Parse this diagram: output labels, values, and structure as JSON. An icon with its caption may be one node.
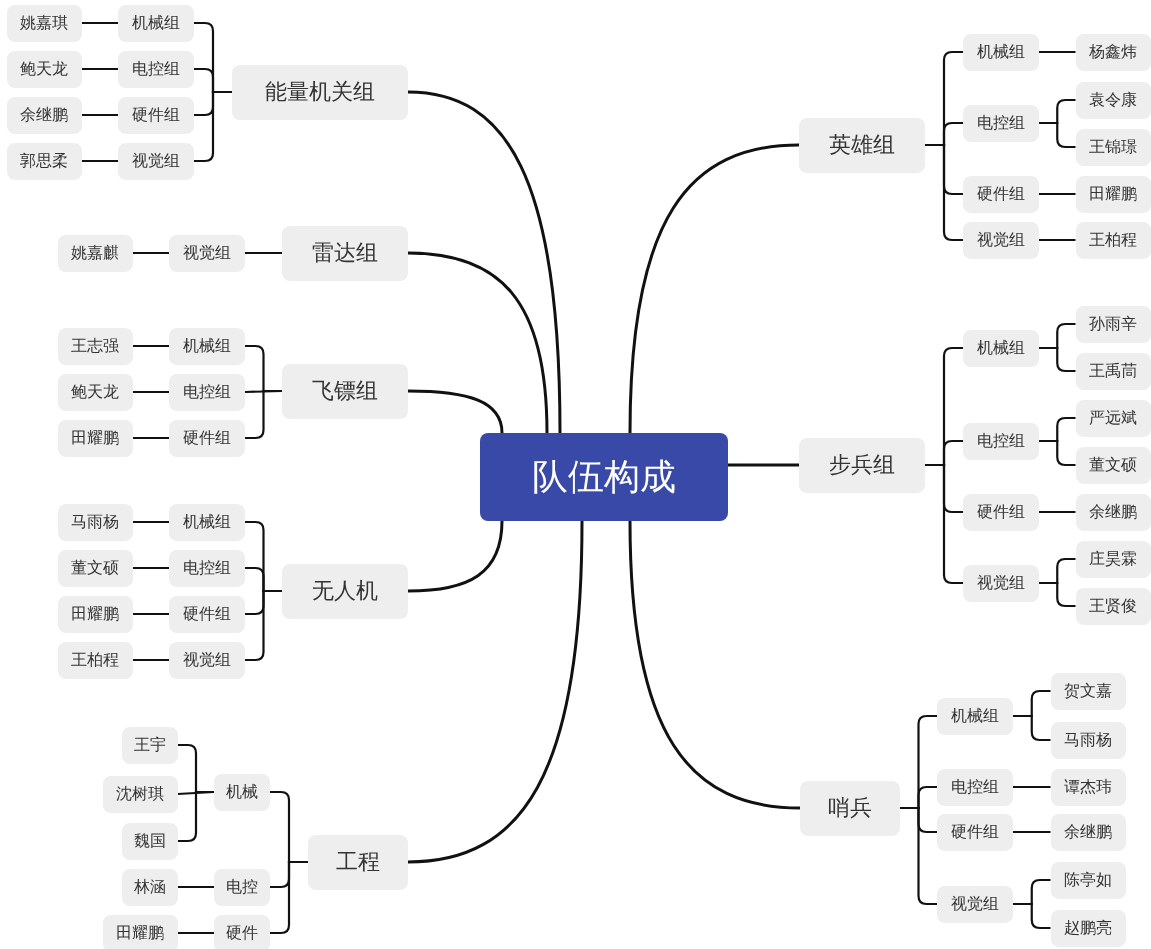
{
  "diagram": {
    "nodes": [
      {
        "text": [
          "队伍构成"
        ]
      },
      {
        "text": [
          "能量机关组"
        ]
      },
      {
        "text": [
          "机械组"
        ]
      },
      {
        "text": [
          "姚嘉琪"
        ]
      },
      {
        "text": [
          "电控组"
        ]
      },
      {
        "text": [
          "鲍天龙"
        ]
      },
      {
        "text": [
          "硬件组"
        ]
      },
      {
        "text": [
          "余继鹏"
        ]
      },
      {
        "text": [
          "视觉组"
        ]
      },
      {
        "text": [
          "郭思柔"
        ]
      },
      {
        "text": [
          "雷达组"
        ]
      },
      {
        "text": [
          "视觉组"
        ]
      },
      {
        "text": [
          "姚嘉麒"
        ]
      },
      {
        "text": [
          "飞镖组"
        ]
      },
      {
        "text": [
          "机械组"
        ]
      },
      {
        "text": [
          "王志强"
        ]
      },
      {
        "text": [
          "电控组"
        ]
      },
      {
        "text": [
          "鲍天龙"
        ]
      },
      {
        "text": [
          "硬件组"
        ]
      },
      {
        "text": [
          "田耀鹏"
        ]
      },
      {
        "text": [
          "无人机"
        ]
      },
      {
        "text": [
          "机械组"
        ]
      },
      {
        "text": [
          "马雨杨"
        ]
      },
      {
        "text": [
          "电控组"
        ]
      },
      {
        "text": [
          "董文硕"
        ]
      },
      {
        "text": [
          "硬件组"
        ]
      },
      {
        "text": [
          "田耀鹏"
        ]
      },
      {
        "text": [
          "视觉组"
        ]
      },
      {
        "text": [
          "王柏程"
        ]
      },
      {
        "text": [
          "工程"
        ]
      },
      {
        "text": [
          "机械"
        ]
      },
      {
        "text": [
          "王宇"
        ]
      },
      {
        "text": [
          "沈树琪"
        ]
      },
      {
        "text": [
          "魏国"
        ]
      },
      {
        "text": [
          "电控"
        ]
      },
      {
        "text": [
          "林涵"
        ]
      },
      {
        "text": [
          "硬件"
        ]
      },
      {
        "text": [
          "田耀鹏"
        ]
      },
      {
        "text": [
          "英雄组"
        ]
      },
      {
        "text": [
          "机械组"
        ]
      },
      {
        "text": [
          "杨鑫炜"
        ]
      },
      {
        "text": [
          "电控组"
        ]
      },
      {
        "text": [
          "袁令康"
        ]
      },
      {
        "text": [
          "王锦璟"
        ]
      },
      {
        "text": [
          "硬件组"
        ]
      },
      {
        "text": [
          "田耀鹏"
        ]
      },
      {
        "text": [
          "视觉组"
        ]
      },
      {
        "text": [
          "王柏程"
        ]
      },
      {
        "text": [
          "步兵组"
        ]
      },
      {
        "text": [
          "机械组"
        ]
      },
      {
        "text": [
          "孙雨辛"
        ]
      },
      {
        "text": [
          "王禹茼"
        ]
      },
      {
        "text": [
          "电控组"
        ]
      },
      {
        "text": [
          "严远斌"
        ]
      },
      {
        "text": [
          "董文硕"
        ]
      },
      {
        "text": [
          "硬件组"
        ]
      },
      {
        "text": [
          "余继鹏"
        ]
      },
      {
        "text": [
          "视觉组"
        ]
      },
      {
        "text": [
          "庄昊霖"
        ]
      },
      {
        "text": [
          "王贤俊"
        ]
      },
      {
        "text": [
          "哨兵"
        ]
      },
      {
        "text": [
          "机械组"
        ]
      },
      {
        "text": [
          "贺文嘉"
        ]
      },
      {
        "text": [
          "马雨杨"
        ]
      },
      {
        "text": [
          "电控组"
        ]
      },
      {
        "text": [
          "谭杰玮"
        ]
      },
      {
        "text": [
          "硬件组"
        ]
      },
      {
        "text": [
          "余继鹏"
        ]
      },
      {
        "text": [
          "视觉组"
        ]
      },
      {
        "text": [
          "陈亭如"
        ]
      },
      {
        "text": [
          "赵鹏亮"
        ]
      }
    ],
    "edges": [
      {
        "from": 0,
        "to": 1,
        "arrow": "none"
      },
      {
        "from": 1,
        "to": 2,
        "arrow": "none"
      },
      {
        "from": 2,
        "to": 3,
        "arrow": "none"
      },
      {
        "from": 1,
        "to": 4,
        "arrow": "none"
      },
      {
        "from": 4,
        "to": 5,
        "arrow": "none"
      },
      {
        "from": 1,
        "to": 6,
        "arrow": "none"
      },
      {
        "from": 6,
        "to": 7,
        "arrow": "none"
      },
      {
        "from": 1,
        "to": 8,
        "arrow": "none"
      },
      {
        "from": 8,
        "to": 9,
        "arrow": "none"
      },
      {
        "from": 0,
        "to": 10,
        "arrow": "none"
      },
      {
        "from": 10,
        "to": 11,
        "arrow": "none"
      },
      {
        "from": 11,
        "to": 12,
        "arrow": "none"
      },
      {
        "from": 0,
        "to": 13,
        "arrow": "none"
      },
      {
        "from": 13,
        "to": 14,
        "arrow": "none"
      },
      {
        "from": 14,
        "to": 15,
        "arrow": "none"
      },
      {
        "from": 13,
        "to": 16,
        "arrow": "none"
      },
      {
        "from": 16,
        "to": 17,
        "arrow": "none"
      },
      {
        "from": 13,
        "to": 18,
        "arrow": "none"
      },
      {
        "from": 18,
        "to": 19,
        "arrow": "none"
      },
      {
        "from": 0,
        "to": 20,
        "arrow": "none"
      },
      {
        "from": 20,
        "to": 21,
        "arrow": "none"
      },
      {
        "from": 21,
        "to": 22,
        "arrow": "none"
      },
      {
        "from": 20,
        "to": 23,
        "arrow": "none"
      },
      {
        "from": 23,
        "to": 24,
        "arrow": "none"
      },
      {
        "from": 20,
        "to": 25,
        "arrow": "none"
      },
      {
        "from": 25,
        "to": 26,
        "arrow": "none"
      },
      {
        "from": 20,
        "to": 27,
        "arrow": "none"
      },
      {
        "from": 27,
        "to": 28,
        "arrow": "none"
      },
      {
        "from": 0,
        "to": 29,
        "arrow": "none"
      },
      {
        "from": 29,
        "to": 30,
        "arrow": "none"
      },
      {
        "from": 30,
        "to": 31,
        "arrow": "none"
      },
      {
        "from": 30,
        "to": 32,
        "arrow": "none"
      },
      {
        "from": 30,
        "to": 33,
        "arrow": "none"
      },
      {
        "from": 29,
        "to": 34,
        "arrow": "none"
      },
      {
        "from": 34,
        "to": 35,
        "arrow": "none"
      },
      {
        "from": 29,
        "to": 36,
        "arrow": "none"
      },
      {
        "from": 36,
        "to": 37,
        "arrow": "none"
      },
      {
        "from": 0,
        "to": 38,
        "arrow": "none"
      },
      {
        "from": 38,
        "to": 39,
        "arrow": "none"
      },
      {
        "from": 39,
        "to": 40,
        "arrow": "none"
      },
      {
        "from": 38,
        "to": 41,
        "arrow": "none"
      },
      {
        "from": 41,
        "to": 42,
        "arrow": "none"
      },
      {
        "from": 41,
        "to": 43,
        "arrow": "none"
      },
      {
        "from": 38,
        "to": 44,
        "arrow": "none"
      },
      {
        "from": 44,
        "to": 45,
        "arrow": "none"
      },
      {
        "from": 38,
        "to": 46,
        "arrow": "none"
      },
      {
        "from": 46,
        "to": 47,
        "arrow": "none"
      },
      {
        "from": 0,
        "to": 48,
        "arrow": "none"
      },
      {
        "from": 48,
        "to": 49,
        "arrow": "none"
      },
      {
        "from": 49,
        "to": 50,
        "arrow": "none"
      },
      {
        "from": 49,
        "to": 51,
        "arrow": "none"
      },
      {
        "from": 48,
        "to": 52,
        "arrow": "none"
      },
      {
        "from": 52,
        "to": 53,
        "arrow": "none"
      },
      {
        "from": 52,
        "to": 54,
        "arrow": "none"
      },
      {
        "from": 48,
        "to": 55,
        "arrow": "none"
      },
      {
        "from": 55,
        "to": 56,
        "arrow": "none"
      },
      {
        "from": 48,
        "to": 57,
        "arrow": "none"
      },
      {
        "from": 57,
        "to": 58,
        "arrow": "none"
      },
      {
        "from": 57,
        "to": 59,
        "arrow": "none"
      },
      {
        "from": 0,
        "to": 60,
        "arrow": "none"
      },
      {
        "from": 60,
        "to": 61,
        "arrow": "none"
      },
      {
        "from": 61,
        "to": 62,
        "arrow": "none"
      },
      {
        "from": 61,
        "to": 63,
        "arrow": "none"
      },
      {
        "from": 60,
        "to": 64,
        "arrow": "none"
      },
      {
        "from": 64,
        "to": 65,
        "arrow": "none"
      },
      {
        "from": 60,
        "to": 66,
        "arrow": "none"
      },
      {
        "from": 66,
        "to": 67,
        "arrow": "none"
      },
      {
        "from": 60,
        "to": 68,
        "arrow": "none"
      },
      {
        "from": 68,
        "to": 69,
        "arrow": "none"
      },
      {
        "from": 68,
        "to": 70,
        "arrow": "none"
      }
    ]
  }
}
